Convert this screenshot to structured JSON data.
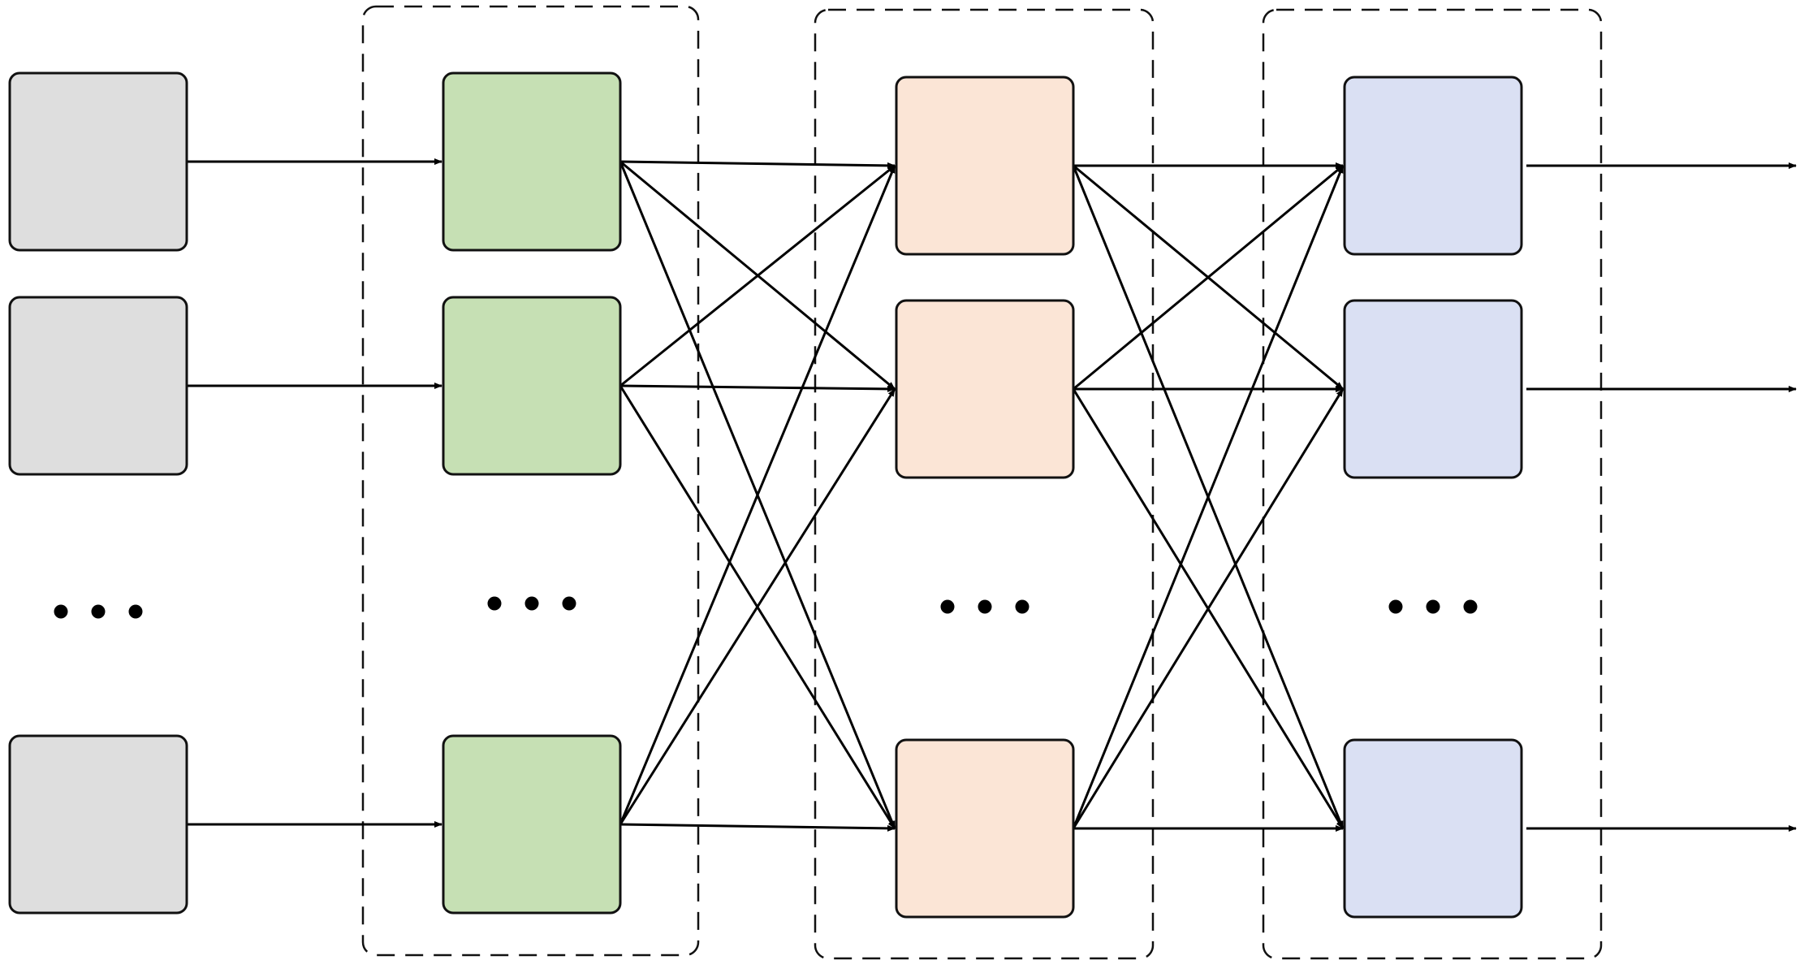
{
  "colors": {
    "input": "#dedede",
    "hidden_1": "#c6e0b4",
    "hidden_2": "#fbe5d6",
    "output": "#dae0f3",
    "stroke": "#111111",
    "edge": "#000000"
  },
  "layers": [
    {
      "name": "input",
      "color_key": "input",
      "nodes": 3,
      "ellipsis": true,
      "grouped": false
    },
    {
      "name": "hidden-1",
      "color_key": "hidden_1",
      "nodes": 3,
      "ellipsis": true,
      "grouped": true
    },
    {
      "name": "hidden-2",
      "color_key": "hidden_2",
      "nodes": 3,
      "ellipsis": true,
      "grouped": true
    },
    {
      "name": "output",
      "color_key": "output",
      "nodes": 3,
      "ellipsis": true,
      "grouped": true
    }
  ],
  "connections": [
    {
      "from": "input",
      "to": "hidden-1",
      "pattern": "one-to-one"
    },
    {
      "from": "hidden-1",
      "to": "hidden-2",
      "pattern": "fully-connected"
    },
    {
      "from": "hidden-2",
      "to": "output",
      "pattern": "fully-connected"
    },
    {
      "from": "output",
      "to": "outputs",
      "pattern": "one-to-one"
    }
  ]
}
